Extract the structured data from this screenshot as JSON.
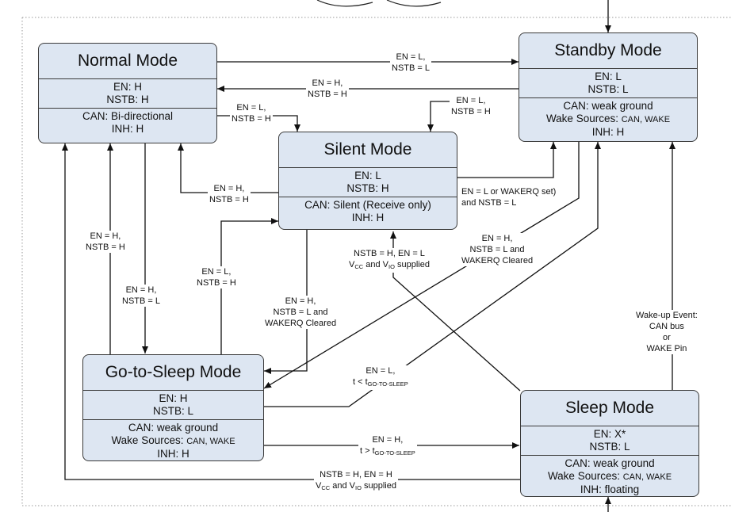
{
  "states": {
    "normal": {
      "title": "Normal Mode",
      "en": "EN: H",
      "nstb": "NSTB: H",
      "can": "CAN: Bi-directional",
      "inh": "INH: H"
    },
    "standby": {
      "title": "Standby Mode",
      "en": "EN: L",
      "nstb": "NSTB: L",
      "can": "CAN: weak ground",
      "wake_prefix": "Wake Sources: ",
      "wake_sources": "CAN, WAKE",
      "inh": "INH: H"
    },
    "silent": {
      "title": "Silent Mode",
      "en": "EN: L",
      "nstb": "NSTB: H",
      "can": "CAN: Silent (Receive only)",
      "inh": "INH: H"
    },
    "gotosleep": {
      "title": "Go-to-Sleep Mode",
      "en": "EN: H",
      "nstb": "NSTB: L",
      "can": "CAN: weak ground",
      "wake_prefix": "Wake Sources: ",
      "wake_sources": "CAN, WAKE",
      "inh": "INH: H"
    },
    "sleep": {
      "title": "Sleep Mode",
      "en": "EN: X*",
      "nstb": "NSTB: L",
      "can": "CAN: weak ground",
      "wake_prefix": "Wake Sources: ",
      "wake_sources": "CAN, WAKE",
      "inh": "INH: floating"
    }
  },
  "transitions": {
    "normal_to_standby": {
      "l1": "EN = L,",
      "l2": "NSTB = L"
    },
    "standby_to_normal": {
      "l1": "EN = H,",
      "l2": "NSTB = H"
    },
    "normal_to_silent": {
      "l1": "EN = L,",
      "l2": "NSTB = H"
    },
    "standby_to_silent": {
      "l1": "EN = L,",
      "l2": "NSTB = H"
    },
    "silent_to_normal": {
      "l1": "EN = H,",
      "l2": "NSTB = H"
    },
    "silent_to_standby": {
      "l1": "EN = L or WAKERQ set)",
      "l2": "and NSTB = L"
    },
    "gotosleep_to_normal": {
      "l1": "EN = H,",
      "l2": "NSTB = H"
    },
    "normal_to_gotosleep": {
      "l1": "EN = H,",
      "l2": "NSTB = L"
    },
    "gotosleep_to_silent": {
      "l1": "EN = L,",
      "l2": "NSTB = H"
    },
    "silent_to_gotosleep": {
      "l1": "EN = H,",
      "l2": "NSTB = L and",
      "l3": "WAKERQ Cleared"
    },
    "standby_to_gotosleep": {
      "l1": "EN = H,",
      "l2": "NSTB = L and",
      "l3": "WAKERQ Cleared"
    },
    "sleep_to_silent": {
      "l1": "NSTB = H, EN = L",
      "l2a": "V",
      "l2b": "CC",
      "l2c": " and V",
      "l2d": "IO",
      "l2e": " supplied"
    },
    "gotosleep_to_standby": {
      "l1": "EN = L,",
      "l2a": "t < t",
      "l2b": "GO-TO-SLEEP"
    },
    "gotosleep_to_sleep": {
      "l1": "EN = H,",
      "l2a": "t > t",
      "l2b": "GO-TO-SLEEP"
    },
    "sleep_to_normal": {
      "l1": "NSTB = H, EN = H",
      "l2a": "V",
      "l2b": "CC",
      "l2c": " and V",
      "l2d": "IO",
      "l2e": " supplied"
    },
    "sleep_to_standby": {
      "l1": "Wake-up Event:",
      "l2": "CAN bus",
      "l3": "or",
      "l4": "WAKE Pin"
    }
  }
}
